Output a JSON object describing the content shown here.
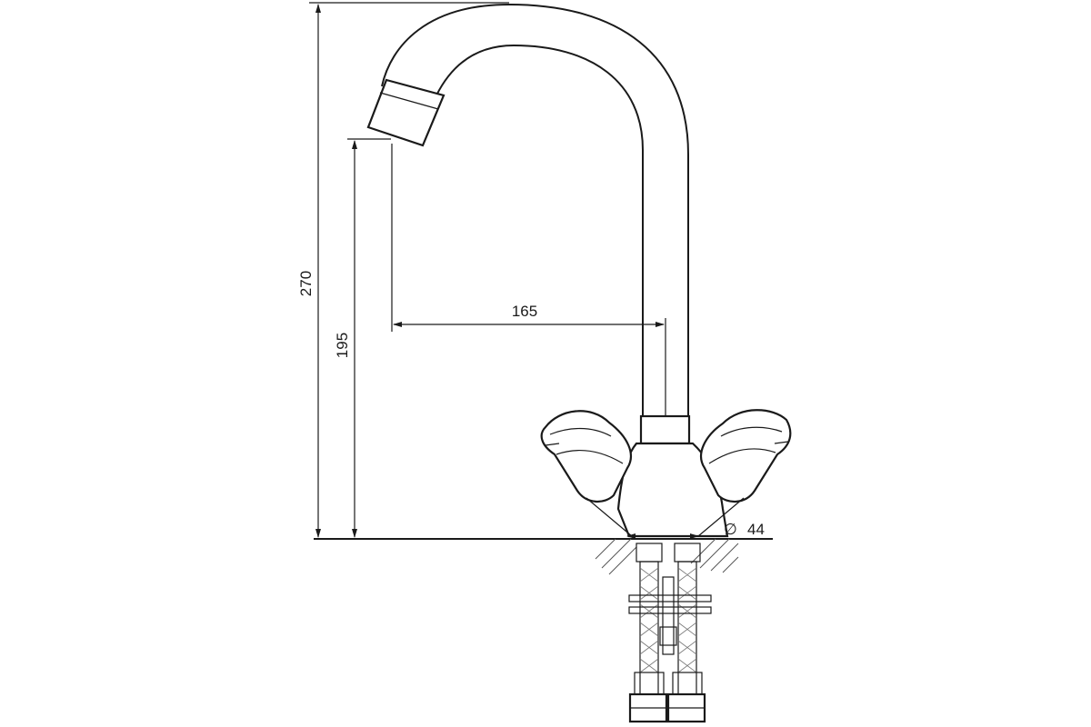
{
  "drawing": {
    "dimensions": {
      "total_height": "270",
      "spout_height": "195",
      "spout_reach": "165",
      "base_diameter": "44"
    },
    "diameter_symbol": "∅"
  }
}
